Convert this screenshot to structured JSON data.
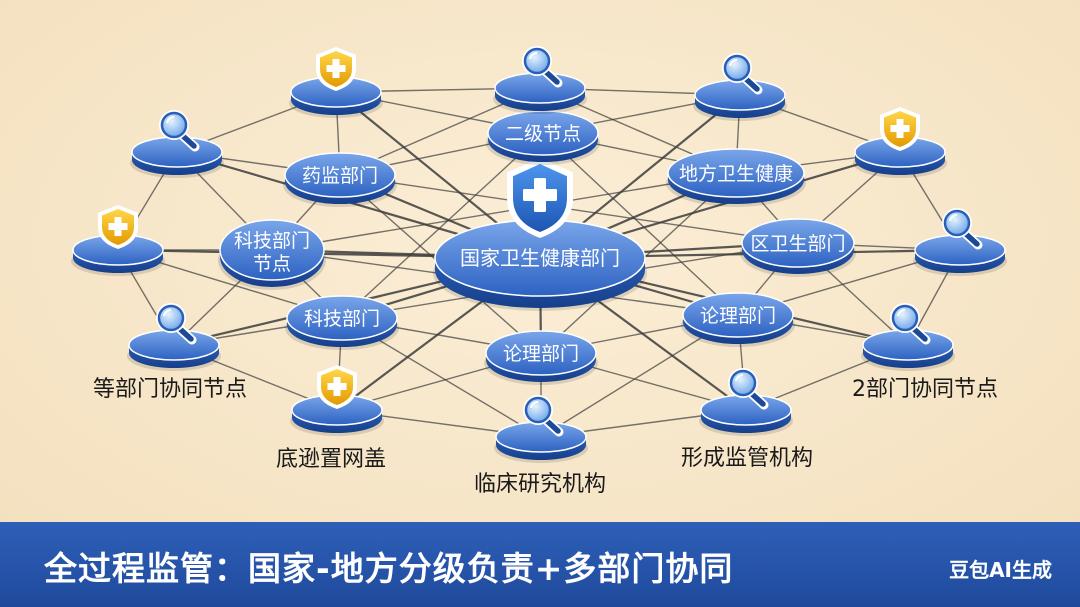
{
  "nodes": [
    {
      "id": "center",
      "label": "国家卫生健康部门",
      "kind": "center"
    },
    {
      "id": "n_erji",
      "label": "二级节点",
      "kind": "label"
    },
    {
      "id": "n_yaojian",
      "label": "药监部门",
      "kind": "label"
    },
    {
      "id": "n_difang",
      "label": "地方卫生健康",
      "kind": "label"
    },
    {
      "id": "n_kejijd",
      "label": "科技部门\n节点",
      "kind": "label"
    },
    {
      "id": "n_qu",
      "label": "区卫生部门",
      "kind": "label"
    },
    {
      "id": "n_keji",
      "label": "科技部门",
      "kind": "label"
    },
    {
      "id": "n_lunli_r",
      "label": "论理部门",
      "kind": "label"
    },
    {
      "id": "n_lunli_b",
      "label": "论理部门",
      "kind": "label"
    },
    {
      "id": "o_mag_top",
      "kind": "magnifier"
    },
    {
      "id": "o_shield_tl",
      "kind": "shield"
    },
    {
      "id": "o_mag_tr",
      "kind": "magnifier"
    },
    {
      "id": "o_mag_l1",
      "kind": "magnifier"
    },
    {
      "id": "o_shield_r1",
      "kind": "shield"
    },
    {
      "id": "o_shield_l",
      "kind": "shield"
    },
    {
      "id": "o_mag_r",
      "kind": "magnifier"
    },
    {
      "id": "o_mag_bl",
      "kind": "magnifier",
      "caption": "等部门协同节点"
    },
    {
      "id": "o_mag_br",
      "kind": "magnifier",
      "caption": "2部门协同节点"
    },
    {
      "id": "o_shield_b",
      "kind": "shield",
      "caption": "底逊置网盖"
    },
    {
      "id": "o_mag_b",
      "kind": "magnifier",
      "caption": "临床研究机构"
    },
    {
      "id": "o_mag_bbr",
      "kind": "magnifier",
      "caption": "形成监管机构"
    }
  ],
  "footer": {
    "title": "全过程监管：国家-地方分级负责+多部门协同",
    "watermark": "豆包AI生成"
  },
  "colors": {
    "disc_top": "#4d7fd6",
    "disc_side": "#1f4fa3",
    "shield_gold": "#f5b800",
    "shield_blue": "#2b6fd0",
    "line": "#3a3a3a",
    "footer": "#2a5ab0"
  }
}
